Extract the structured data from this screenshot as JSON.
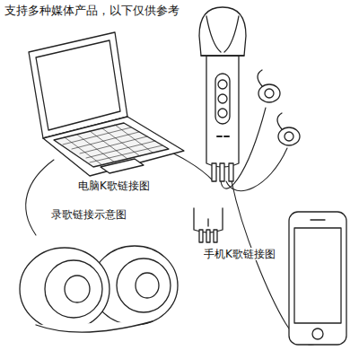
{
  "diagram": {
    "title": "支持多种媒体产品，以下仅供参考",
    "labels": [
      "电脑K歌链接图",
      "录歌链接示意图",
      "手机K歌链接图"
    ]
  }
}
